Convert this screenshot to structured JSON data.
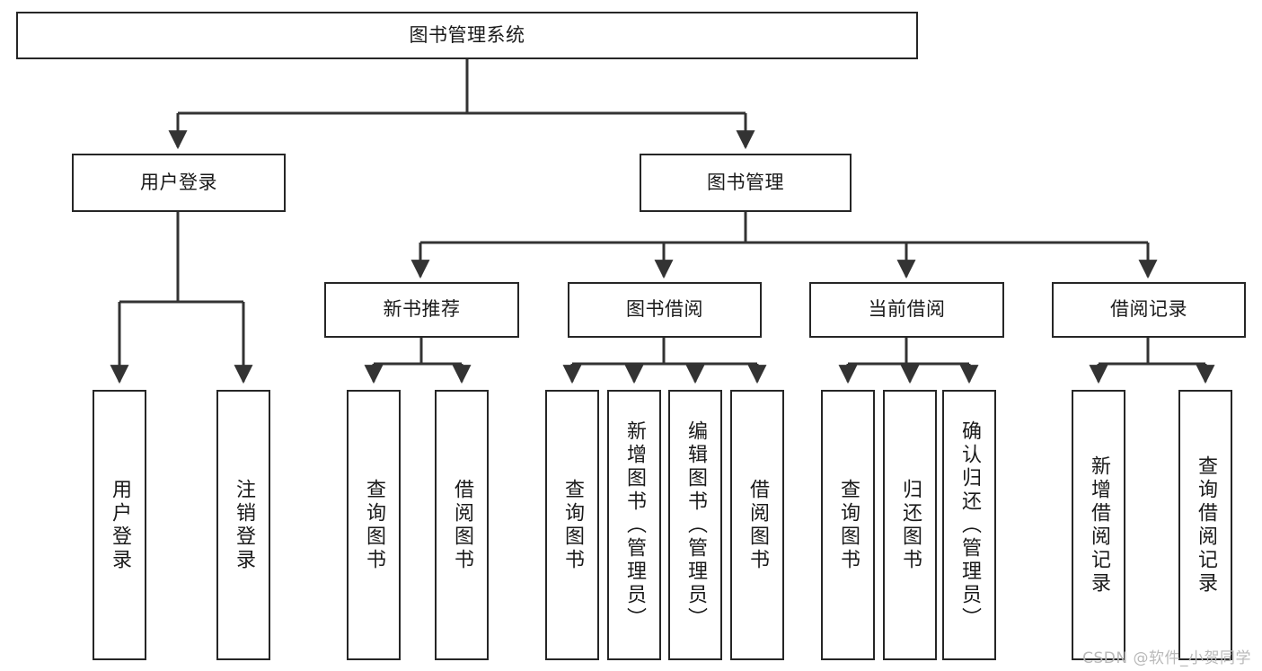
{
  "diagram": {
    "title": "图书管理系统",
    "type": "hierarchy-tree",
    "watermark": "CSDN @软件_小贺同学",
    "colors": {
      "background": "#ffffff",
      "node_border": "#262626",
      "node_fill": "#ffffff",
      "connector": "#333333",
      "text": "#1a1a1a",
      "watermark": "#b9b9b9"
    },
    "nodes": {
      "root": {
        "label": "图书管理系统",
        "level": 1,
        "orientation": "horizontal"
      },
      "level2": [
        {
          "id": "user-login",
          "label": "用户登录",
          "orientation": "horizontal"
        },
        {
          "id": "book-management",
          "label": "图书管理",
          "orientation": "horizontal"
        }
      ],
      "level3": [
        {
          "id": "new-book-recommend",
          "label": "新书推荐",
          "orientation": "horizontal",
          "parent": "book-management"
        },
        {
          "id": "book-borrow",
          "label": "图书借阅",
          "orientation": "horizontal",
          "parent": "book-management"
        },
        {
          "id": "current-borrow",
          "label": "当前借阅",
          "orientation": "horizontal",
          "parent": "book-management"
        },
        {
          "id": "borrow-record",
          "label": "借阅记录",
          "orientation": "horizontal",
          "parent": "book-management"
        }
      ],
      "leaves": [
        {
          "id": "leaf-user-login",
          "label": "用户登录",
          "parent": "user-login",
          "orientation": "vertical"
        },
        {
          "id": "leaf-user-logout",
          "label": "注销登录",
          "parent": "user-login",
          "orientation": "vertical"
        },
        {
          "id": "leaf-query-book-1",
          "label": "查询图书",
          "parent": "new-book-recommend",
          "orientation": "vertical"
        },
        {
          "id": "leaf-borrow-book-1",
          "label": "借阅图书",
          "parent": "new-book-recommend",
          "orientation": "vertical"
        },
        {
          "id": "leaf-query-book-2",
          "label": "查询图书",
          "parent": "book-borrow",
          "orientation": "vertical"
        },
        {
          "id": "leaf-add-book",
          "label": "新增图书（管理员）",
          "parent": "book-borrow",
          "orientation": "vertical"
        },
        {
          "id": "leaf-edit-book",
          "label": "编辑图书（管理员）",
          "parent": "book-borrow",
          "orientation": "vertical"
        },
        {
          "id": "leaf-borrow-book-2",
          "label": "借阅图书",
          "parent": "book-borrow",
          "orientation": "vertical"
        },
        {
          "id": "leaf-query-book-3",
          "label": "查询图书",
          "parent": "current-borrow",
          "orientation": "vertical"
        },
        {
          "id": "leaf-return-book",
          "label": "归还图书",
          "parent": "current-borrow",
          "orientation": "vertical"
        },
        {
          "id": "leaf-confirm-return",
          "label": "确认归还（管理员）",
          "parent": "current-borrow",
          "orientation": "vertical"
        },
        {
          "id": "leaf-add-record",
          "label": "新增借阅记录",
          "parent": "borrow-record",
          "orientation": "vertical"
        },
        {
          "id": "leaf-query-record",
          "label": "查询借阅记录",
          "parent": "borrow-record",
          "orientation": "vertical"
        }
      ]
    }
  }
}
